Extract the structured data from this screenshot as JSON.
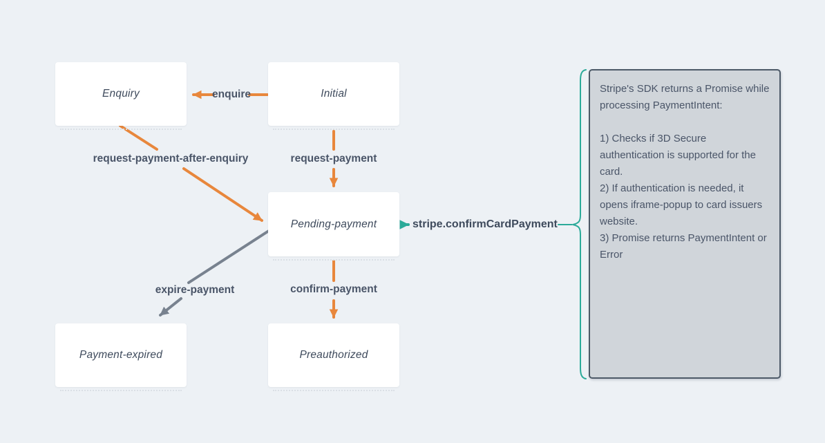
{
  "diagram_type": "state-diagram",
  "states": [
    {
      "id": "enquiry",
      "label": "Enquiry"
    },
    {
      "id": "initial",
      "label": "Initial"
    },
    {
      "id": "pending-payment",
      "label": "Pending-payment"
    },
    {
      "id": "payment-expired",
      "label": "Payment-expired"
    },
    {
      "id": "preauthorized",
      "label": "Preauthorized"
    }
  ],
  "transitions": [
    {
      "label": "enquire",
      "from": "Initial",
      "to": "Enquiry",
      "color": "#E8873C"
    },
    {
      "label": "request-payment",
      "from": "Initial",
      "to": "Pending-payment",
      "color": "#E8873C"
    },
    {
      "label": "request-payment-after-enquiry",
      "from": "Enquiry",
      "to": "Pending-payment",
      "color": "#E8873C"
    },
    {
      "label": "expire-payment",
      "from": "Pending-payment",
      "to": "Payment-expired",
      "color": "#78828F"
    },
    {
      "label": "confirm-payment",
      "from": "Pending-payment",
      "to": "Preauthorized",
      "color": "#E8873C"
    }
  ],
  "annotation": {
    "label": "stripe.confirmCardPayment",
    "attached_to": "Pending-payment",
    "color": "#2BAA99"
  },
  "note": {
    "p1": "Stripe's SDK returns a Promise while processing PaymentIntent:",
    "p2": "1) Checks if 3D Secure authentication is supported for the card.",
    "p3": "2) If authentication is needed, it opens iframe-popup to card issuers website.",
    "p4": "3) Promise returns PaymentIntent or Error",
    "background": "#D0D5DA",
    "border_color": "#4C5967"
  },
  "colors": {
    "canvas_background": "#EDF1F5",
    "state_box_background": "#FFFFFF",
    "state_text": "#3E4A5C",
    "edge_label_text": "#4A5568",
    "arrow_orange": "#E8873C",
    "arrow_gray": "#78828F",
    "accent_teal": "#2BAA99"
  }
}
